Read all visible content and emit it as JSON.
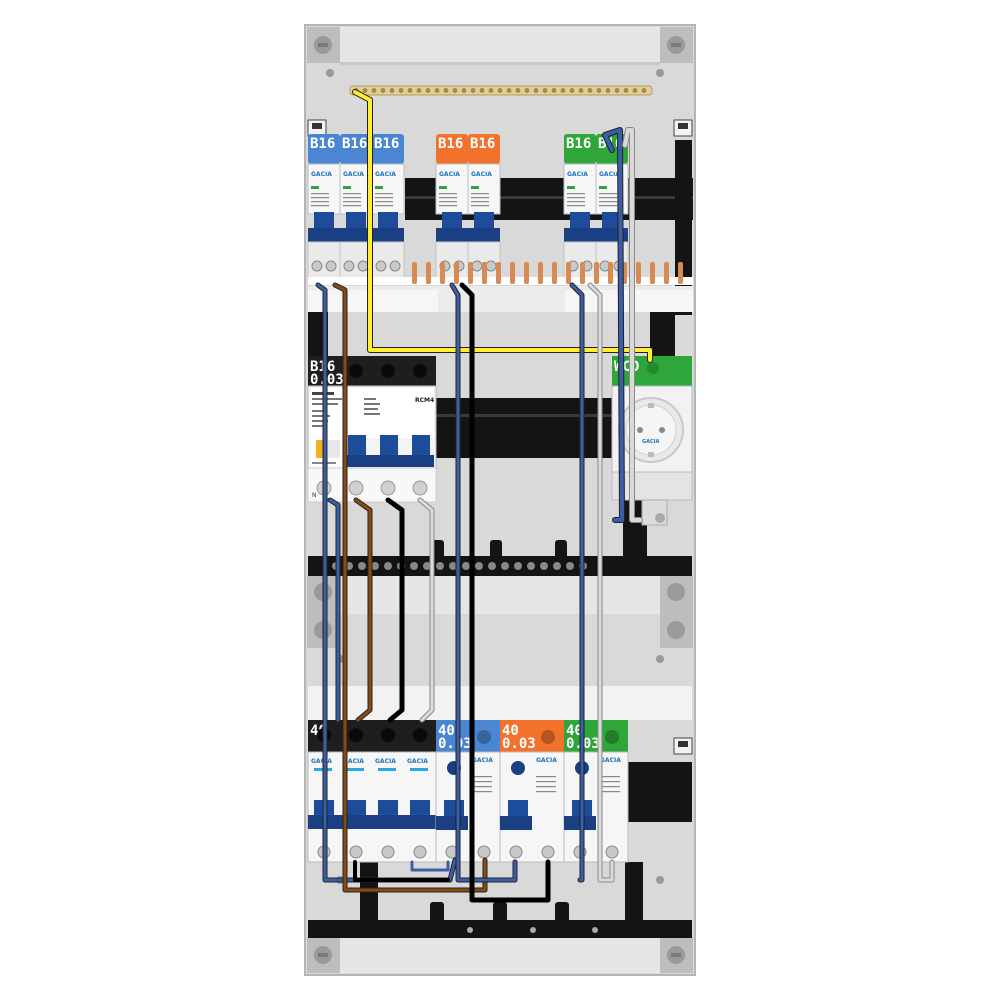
{
  "colors": {
    "enclosure": "#d6d6d6",
    "enclosure_edge": "#b3b3b3",
    "din_rail": "#141414",
    "label_blue": "#4a86d2",
    "label_orange": "#f2722c",
    "label_green": "#2ea63a",
    "label_black": "#1e1e1e",
    "wire_yellow": "#ffee33",
    "wire_blue": "#3b5ea8",
    "wire_brown": "#8a4a14",
    "wire_black": "#101010",
    "wire_grey": "#cfcfcf",
    "busbar": "#c8a86a"
  },
  "row1": {
    "breakers": [
      {
        "label": "B16",
        "color": "blue"
      },
      {
        "label": "B16",
        "color": "blue"
      },
      {
        "label": "B16",
        "color": "blue"
      },
      {
        "label": "B16",
        "color": "orange"
      },
      {
        "label": "B16",
        "color": "orange"
      },
      {
        "label": "B16",
        "color": "green"
      },
      {
        "label": "B16",
        "color": "green"
      }
    ],
    "brand": "GACIA"
  },
  "row2": {
    "rcbo_label_line1": "B16",
    "rcbo_label_line2": "0.03",
    "rcbo_model": "RCM4",
    "rcbo_terminal_n": "N",
    "socket_label": "WCD",
    "socket_brand": "GACIA"
  },
  "row3": {
    "main_switch_label": "40",
    "rcds": [
      {
        "line1": "40",
        "line2": "0.03",
        "color": "blue"
      },
      {
        "line1": "40",
        "line2": "0.03",
        "color": "orange"
      },
      {
        "line1": "40",
        "line2": "0.03",
        "color": "green"
      }
    ],
    "brand": "GACIA"
  },
  "icons": {
    "mounting_screw": "screw-icon",
    "terminal_screw": "terminal-icon",
    "socket": "schuko-socket-icon",
    "test_button": "test-button-icon"
  }
}
